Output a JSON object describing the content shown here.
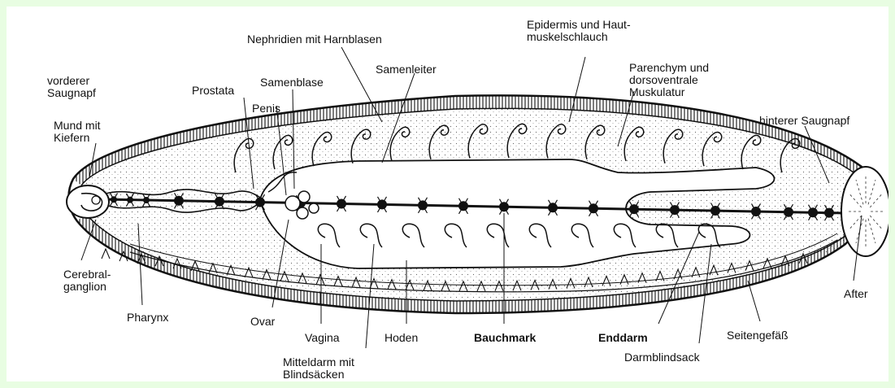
{
  "labels": {
    "vorderer_saugnapf": [
      "vorderer",
      "Saugnapf"
    ],
    "mund": [
      "Mund mit",
      "Kiefern"
    ],
    "prostata": "Prostata",
    "samenblase": "Samenblase",
    "penis": "Penis",
    "nephridien": "Nephridien mit Harnblasen",
    "samenleiter": "Samenleiter",
    "epidermis": [
      "Epidermis und Haut-",
      "muskelschlauch"
    ],
    "parenchym": [
      "Parenchym und",
      "dorsoventrale",
      "Muskulatur"
    ],
    "hinterer_saugnapf": "hinterer Saugnapf",
    "cerebralganglion": [
      "Cerebral-",
      "ganglion"
    ],
    "pharynx": "Pharynx",
    "ovar": "Ovar",
    "vagina": "Vagina",
    "mitteldarm": [
      "Mitteldarm mit",
      "Blindsäcken"
    ],
    "hoden": "Hoden",
    "bauchmark": "Bauchmark",
    "enddarm": "Enddarm",
    "darmblindsack": "Darmblindsack",
    "seitengefaess": "Seitengefäß",
    "after": "After"
  },
  "colors": {
    "frame": "#e8fde2",
    "panel": "#ffffff",
    "ink": "#111111"
  }
}
